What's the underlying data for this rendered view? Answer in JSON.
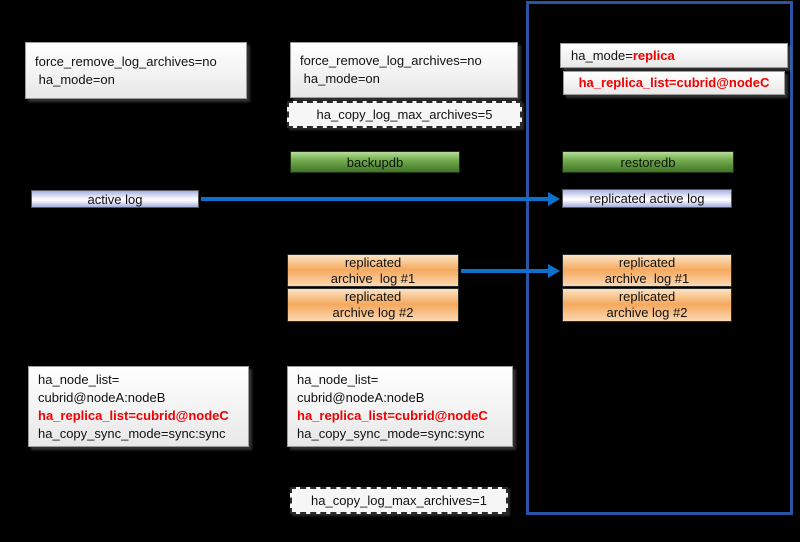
{
  "colors": {
    "background": "#000000",
    "replica_container_border": "#2B55A4",
    "arrow": "#0D70CC",
    "red_text": "#F00000",
    "green_box": "#5B9B3A",
    "lavender_box": "#AEB5E2",
    "orange_box": "#F5A95E"
  },
  "left_column": {
    "config_top": {
      "lines": [
        "force_remove_log_archives=no",
        " ha_mode=on"
      ]
    },
    "active_log": "active log",
    "config_bottom": {
      "lines": [
        "ha_node_list=",
        "cubrid@nodeA:nodeB",
        "ha_replica_list=cubrid@nodeC",
        "ha_copy_sync_mode=sync:sync"
      ]
    }
  },
  "middle_column": {
    "config_top": {
      "lines": [
        "force_remove_log_archives=no",
        " ha_mode=on"
      ]
    },
    "copy_log_max_top": "ha_copy_log_max_archives=5",
    "backupdb": "backupdb",
    "archive_log_1": {
      "lines": [
        "replicated",
        "archive  log #1"
      ]
    },
    "archive_log_2": {
      "lines": [
        "replicated",
        "archive log #2"
      ]
    },
    "config_bottom": {
      "lines": [
        "ha_node_list=",
        "cubrid@nodeA:nodeB",
        "ha_replica_list=cubrid@nodeC",
        "ha_copy_sync_mode=sync:sync"
      ]
    },
    "copy_log_max_bottom": "ha_copy_log_max_archives=1"
  },
  "replica_node": {
    "ha_mode_prefix": "ha_mode=",
    "ha_mode_value": "replica",
    "ha_replica_list": "ha_replica_list=cubrid@nodeC",
    "restoredb": "restoredb",
    "replicated_active_log": "replicated active log",
    "archive_log_1": {
      "lines": [
        "replicated",
        "archive  log #1"
      ]
    },
    "archive_log_2": {
      "lines": [
        "replicated",
        "archive log #2"
      ]
    }
  }
}
